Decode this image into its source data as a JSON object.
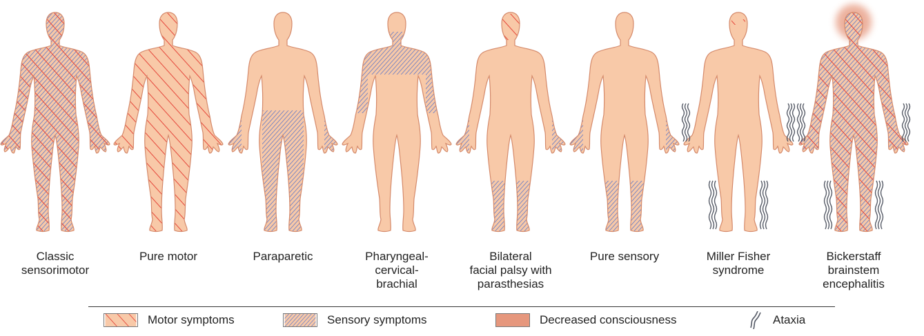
{
  "figures": [
    {
      "label": "Classic\nsensorimotor",
      "motor": "full",
      "sensory": "full",
      "ataxia": "none",
      "consciousness": false
    },
    {
      "label": "Pure motor",
      "motor": "full",
      "sensory": "none",
      "ataxia": "none",
      "consciousness": false
    },
    {
      "label": "Paraparetic",
      "motor": "none",
      "sensory": "lower-body",
      "ataxia": "none",
      "consciousness": false
    },
    {
      "label": "Pharyngeal-\ncervical-\nbrachial",
      "motor": "none",
      "sensory": "upper-body",
      "ataxia": "none",
      "consciousness": false
    },
    {
      "label": "Bilateral\nfacial palsy with\nparasthesias",
      "motor": "face",
      "sensory": "distal",
      "ataxia": "none",
      "consciousness": false
    },
    {
      "label": "Pure sensory",
      "motor": "none",
      "sensory": "distal",
      "ataxia": "none",
      "consciousness": false
    },
    {
      "label": "Miller Fisher\nsyndrome",
      "motor": "eyes",
      "sensory": "none",
      "ataxia": "limbs",
      "consciousness": false
    },
    {
      "label": "Bickerstaff\nbrainstem\nencephalitis",
      "motor": "full",
      "sensory": "full",
      "ataxia": "limbs",
      "consciousness": true
    }
  ],
  "legend": {
    "motor": "Motor symptoms",
    "sensory": "Sensory symptoms",
    "consciousness": "Decreased consciousness",
    "ataxia": "Ataxia"
  },
  "colors": {
    "skin": "#f8c9a8",
    "outline": "#d4896a",
    "motor": "#e5463a",
    "sensory": "#6f7fc4",
    "consciousness": "#e6977d",
    "ataxia": "#555a66"
  }
}
